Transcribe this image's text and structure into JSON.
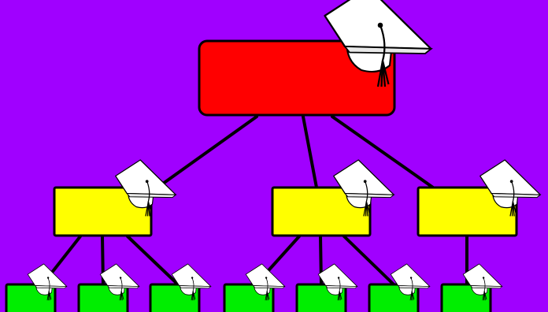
{
  "diagram": {
    "type": "hierarchy",
    "background_color": "#a000ff",
    "colors": {
      "root": "#ff0000",
      "middle": "#ffff00",
      "leaf": "#00ee00"
    },
    "icon": "graduation-cap-icon",
    "nodes": [
      {
        "id": "root",
        "level": 0,
        "parent": null
      },
      {
        "id": "mid-1",
        "level": 1,
        "parent": "root"
      },
      {
        "id": "mid-2",
        "level": 1,
        "parent": "root"
      },
      {
        "id": "mid-3",
        "level": 1,
        "parent": "root"
      },
      {
        "id": "leaf-1",
        "level": 2,
        "parent": "mid-1"
      },
      {
        "id": "leaf-2",
        "level": 2,
        "parent": "mid-1"
      },
      {
        "id": "leaf-3",
        "level": 2,
        "parent": "mid-1"
      },
      {
        "id": "leaf-4",
        "level": 2,
        "parent": "mid-2"
      },
      {
        "id": "leaf-5",
        "level": 2,
        "parent": "mid-2"
      },
      {
        "id": "leaf-6",
        "level": 2,
        "parent": "mid-2"
      },
      {
        "id": "leaf-7",
        "level": 2,
        "parent": "mid-3"
      }
    ]
  }
}
